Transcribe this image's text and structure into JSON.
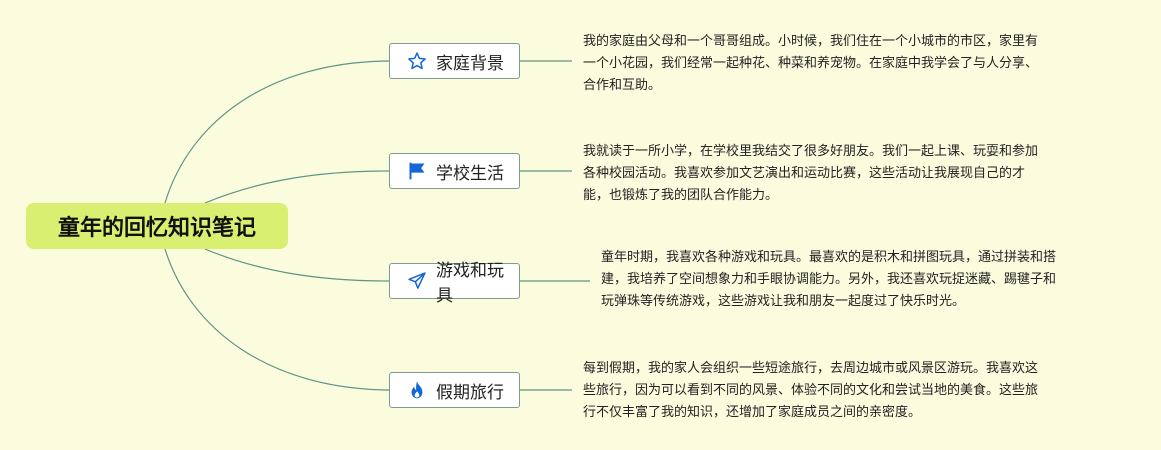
{
  "root": {
    "label": "童年的回忆知识笔记"
  },
  "topics": [
    {
      "label": "家庭背景",
      "icon": "star-icon",
      "note_lines": [
        "我的家庭由父母和一个哥哥组成。小时候，我们住在一个小城市的市区，家里有",
        "一个小花园，我们经常一起种花、种菜和养宠物。在家庭中我学会了与人分享、",
        "合作和互助。"
      ]
    },
    {
      "label": "学校生活",
      "icon": "flag-icon",
      "note_lines": [
        "我就读于一所小学，在学校里我结交了很多好朋友。我们一起上课、玩耍和参加",
        "各种校园活动。我喜欢参加文艺演出和运动比赛，这些活动让我展现自己的才",
        "能，也锻炼了我的团队合作能力。"
      ]
    },
    {
      "label": "游戏和玩具",
      "icon": "paper-plane-icon",
      "note_lines": [
        "童年时期，我喜欢各种游戏和玩具。最喜欢的是积木和拼图玩具，通过拼装和搭",
        "建，我培养了空间想象力和手眼协调能力。另外，我还喜欢玩捉迷藏、踢毽子和",
        "玩弹珠等传统游戏，这些游戏让我和朋友一起度过了快乐时光。"
      ]
    },
    {
      "label": "假期旅行",
      "icon": "fire-icon",
      "note_lines": [
        "每到假期，我的家人会组织一些短途旅行，去周边城市或风景区游玩。我喜欢这",
        "些旅行，因为可以看到不同的风景、体验不同的文化和尝试当地的美食。这些旅",
        "行不仅丰富了我的知识，还增加了家庭成员之间的亲密度。"
      ]
    }
  ],
  "colors": {
    "background": "#fbfbde",
    "root_fill": "#d9ef72",
    "connector": "#5f9485",
    "icon_blue": "#1565d8"
  }
}
